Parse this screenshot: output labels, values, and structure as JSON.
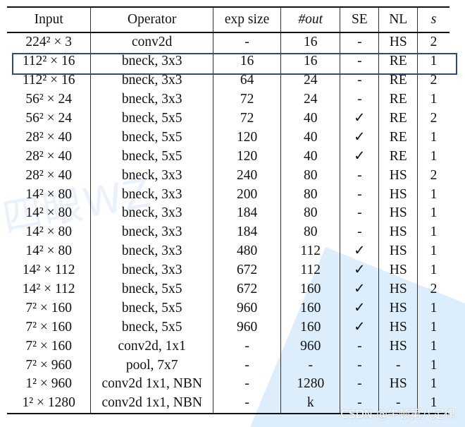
{
  "table": {
    "headers": [
      "Input",
      "Operator",
      "exp size",
      "#out",
      "SE",
      "NL",
      "s"
    ],
    "rows": [
      [
        "224² × 3",
        "conv2d",
        "-",
        "16",
        "-",
        "HS",
        "2"
      ],
      [
        "112² × 16",
        "bneck, 3x3",
        "16",
        "16",
        "-",
        "RE",
        "1"
      ],
      [
        "112² × 16",
        "bneck, 3x3",
        "64",
        "24",
        "-",
        "RE",
        "2"
      ],
      [
        "56² × 24",
        "bneck, 3x3",
        "72",
        "24",
        "-",
        "RE",
        "1"
      ],
      [
        "56² × 24",
        "bneck, 5x5",
        "72",
        "40",
        "✓",
        "RE",
        "2"
      ],
      [
        "28² × 40",
        "bneck, 5x5",
        "120",
        "40",
        "✓",
        "RE",
        "1"
      ],
      [
        "28² × 40",
        "bneck, 5x5",
        "120",
        "40",
        "✓",
        "RE",
        "1"
      ],
      [
        "28² × 40",
        "bneck, 3x3",
        "240",
        "80",
        "-",
        "HS",
        "2"
      ],
      [
        "14² × 80",
        "bneck, 3x3",
        "200",
        "80",
        "-",
        "HS",
        "1"
      ],
      [
        "14² × 80",
        "bneck, 3x3",
        "184",
        "80",
        "-",
        "HS",
        "1"
      ],
      [
        "14² × 80",
        "bneck, 3x3",
        "184",
        "80",
        "-",
        "HS",
        "1"
      ],
      [
        "14² × 80",
        "bneck, 3x3",
        "480",
        "112",
        "✓",
        "HS",
        "1"
      ],
      [
        "14² × 112",
        "bneck, 3x3",
        "672",
        "112",
        "✓",
        "HS",
        "1"
      ],
      [
        "14² × 112",
        "bneck, 5x5",
        "672",
        "160",
        "✓",
        "HS",
        "2"
      ],
      [
        "7² × 160",
        "bneck, 5x5",
        "960",
        "160",
        "✓",
        "HS",
        "1"
      ],
      [
        "7² × 160",
        "bneck, 5x5",
        "960",
        "160",
        "✓",
        "HS",
        "1"
      ],
      [
        "7² × 160",
        "conv2d, 1x1",
        "-",
        "960",
        "-",
        "HS",
        "1"
      ],
      [
        "7² × 960",
        "pool, 7x7",
        "-",
        "-",
        "-",
        "-",
        "1"
      ],
      [
        "1² × 960",
        "conv2d 1x1, NBN",
        "-",
        "1280",
        "-",
        "HS",
        "1"
      ],
      [
        "1² × 1280",
        "conv2d 1x1, NBN",
        "-",
        "k",
        "-",
        "-",
        "1"
      ]
    ],
    "highlighted_row": 1
  },
  "watermark": {
    "text": "CSDN @牛顿第八定律",
    "background_text": "四眼WZ"
  },
  "colors": {
    "highlight_border": "#2c4a7a",
    "watermark_triangle": "#bfe0f7"
  }
}
